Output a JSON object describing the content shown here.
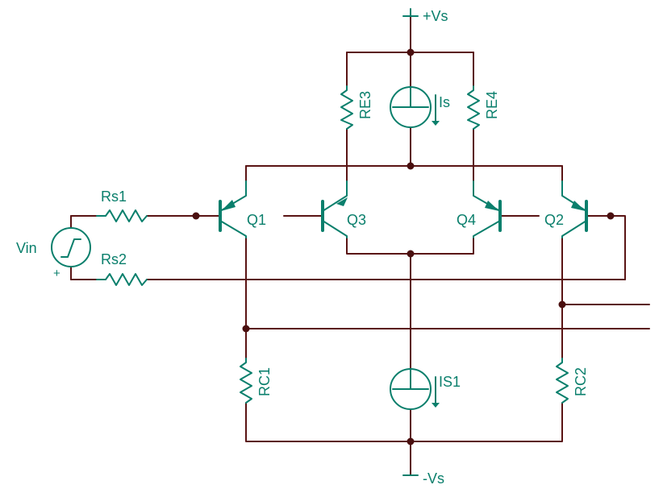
{
  "labels": {
    "vpos": "+Vs",
    "vneg": "-Vs",
    "vin": "Vin",
    "vin_pol": "+",
    "rs1": "Rs1",
    "rs2": "Rs2",
    "re3": "RE3",
    "re4": "RE4",
    "rc1": "RC1",
    "rc2": "RC2",
    "is": "Is",
    "is1": "IS1",
    "q1": "Q1",
    "q2": "Q2",
    "q3": "Q3",
    "q4": "Q4"
  },
  "colors": {
    "wire": "#5a1414",
    "component": "#0a7f6c",
    "junction": "#4a0f0f"
  }
}
